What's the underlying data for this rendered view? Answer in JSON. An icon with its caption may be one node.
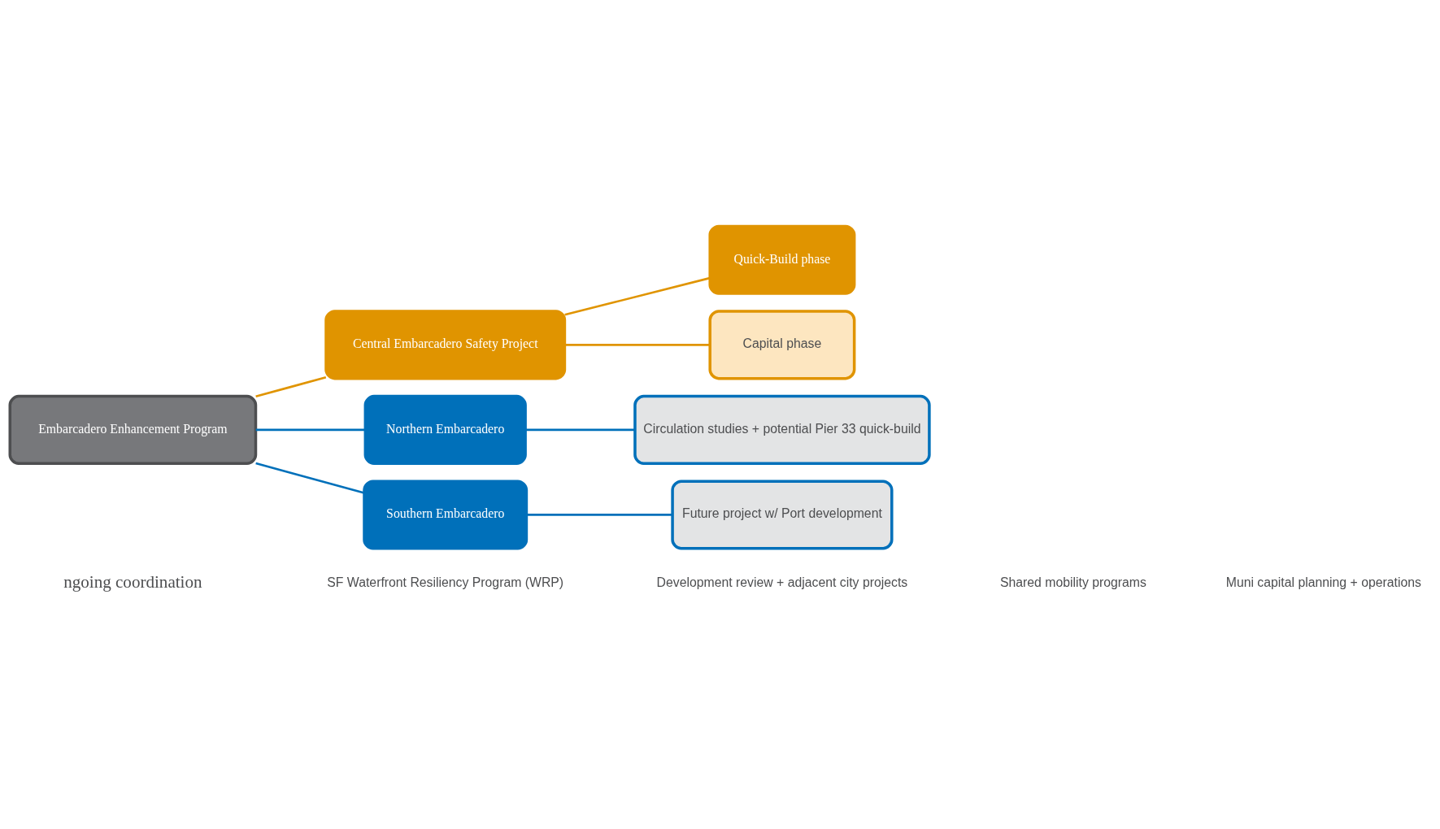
{
  "diagram": {
    "nodes": [
      {
        "text": [
          "Embarcadero Enhancement Program"
        ]
      },
      {
        "text": [
          "Central Embarcadero Safety Project"
        ]
      },
      {
        "text": [
          "Northern Embarcadero"
        ]
      },
      {
        "text": [
          "Southern Embarcadero"
        ]
      },
      {
        "text": [
          "Quick-Build phase"
        ]
      },
      {
        "text": [
          "Capital phase"
        ]
      },
      {
        "text": [
          "Circulation studies + potential Pier 33 quick-build"
        ]
      },
      {
        "text": [
          "Future project w/ Port development"
        ]
      }
    ],
    "edges": [
      {
        "from": 0,
        "to": 1,
        "arrow": "none",
        "color": "#e09400"
      },
      {
        "from": 0,
        "to": 2,
        "arrow": "none"
      },
      {
        "from": 0,
        "to": 3,
        "arrow": "none"
      },
      {
        "from": 1,
        "to": 4,
        "arrow": "none",
        "color": "#e09400"
      },
      {
        "from": 1,
        "to": 5,
        "arrow": "none",
        "color": "#e09400"
      },
      {
        "from": 2,
        "to": 6,
        "arrow": "none"
      },
      {
        "from": 3,
        "to": 7,
        "arrow": "none"
      }
    ],
    "labels": [
      "ngoing coordination",
      "SF Waterfront Resiliency Program (WRP)",
      "Development review + adjacent city projects",
      "Shared mobility programs",
      "Muni capital planning + operations"
    ]
  }
}
